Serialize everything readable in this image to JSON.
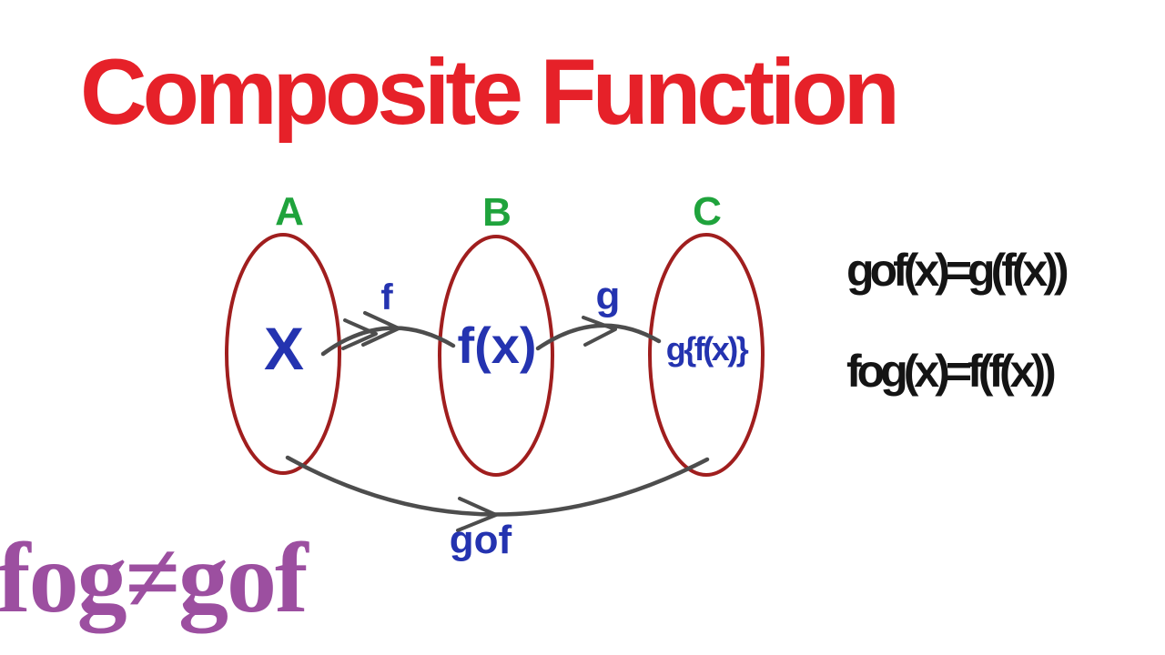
{
  "title": "Composite Function",
  "diagram": {
    "sets": [
      {
        "label": "A",
        "element": "X"
      },
      {
        "label": "B",
        "element": "f(x)"
      },
      {
        "label": "C",
        "element": "g{f(x)}"
      }
    ],
    "arrows": [
      {
        "label": "f",
        "from": "A",
        "to": "B"
      },
      {
        "label": "g",
        "from": "B",
        "to": "C"
      },
      {
        "label": "gof",
        "from": "A",
        "to": "C"
      }
    ]
  },
  "formulas": {
    "line1": "gof(x)=g(f(x))",
    "line2": "fog(x)=f(f(x))"
  },
  "inequality_note": "fog≠gof",
  "colors": {
    "title_red": "#E62129",
    "set_outline": "#A01E1E",
    "set_label_green": "#1FA33C",
    "element_blue": "#2433B0",
    "arrow_gray": "#4D4D4D",
    "formula_black": "#141414",
    "inequality_purple": "#9C4FA0",
    "background": "#FFFFFF"
  }
}
